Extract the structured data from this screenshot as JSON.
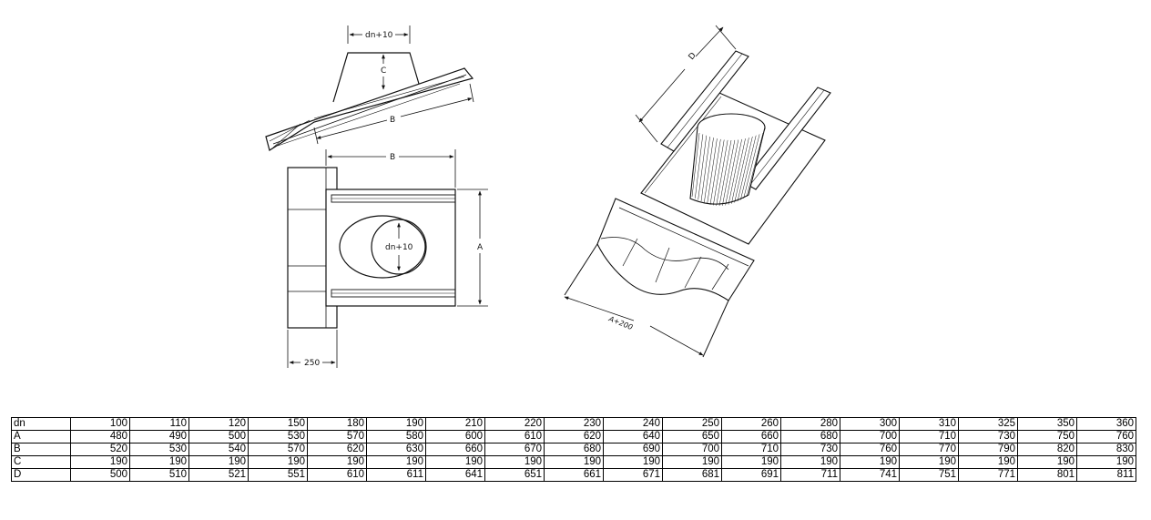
{
  "drawing": {
    "labels": {
      "dn_plus_10_top": "dn+10",
      "c_label": "C",
      "b_label_side": "B",
      "b_label_plan": "B",
      "dn_plus_10_plan": "dn+10",
      "a_label": "A",
      "width_250": "250",
      "d_label": "D",
      "a_plus_200": "A+200"
    }
  },
  "table": {
    "rows": [
      {
        "header": "dn",
        "values": [
          "100",
          "110",
          "120",
          "150",
          "180",
          "190",
          "210",
          "220",
          "230",
          "240",
          "250",
          "260",
          "280",
          "300",
          "310",
          "325",
          "350",
          "360"
        ]
      },
      {
        "header": "A",
        "values": [
          "480",
          "490",
          "500",
          "530",
          "570",
          "580",
          "600",
          "610",
          "620",
          "640",
          "650",
          "660",
          "680",
          "700",
          "710",
          "730",
          "750",
          "760"
        ]
      },
      {
        "header": "B",
        "values": [
          "520",
          "530",
          "540",
          "570",
          "620",
          "630",
          "660",
          "670",
          "680",
          "690",
          "700",
          "710",
          "730",
          "760",
          "770",
          "790",
          "820",
          "830"
        ]
      },
      {
        "header": "C",
        "values": [
          "190",
          "190",
          "190",
          "190",
          "190",
          "190",
          "190",
          "190",
          "190",
          "190",
          "190",
          "190",
          "190",
          "190",
          "190",
          "190",
          "190",
          "190"
        ]
      },
      {
        "header": "D",
        "values": [
          "500",
          "510",
          "521",
          "551",
          "610",
          "611",
          "641",
          "651",
          "661",
          "671",
          "681",
          "691",
          "711",
          "741",
          "751",
          "771",
          "801",
          "811"
        ]
      }
    ]
  }
}
